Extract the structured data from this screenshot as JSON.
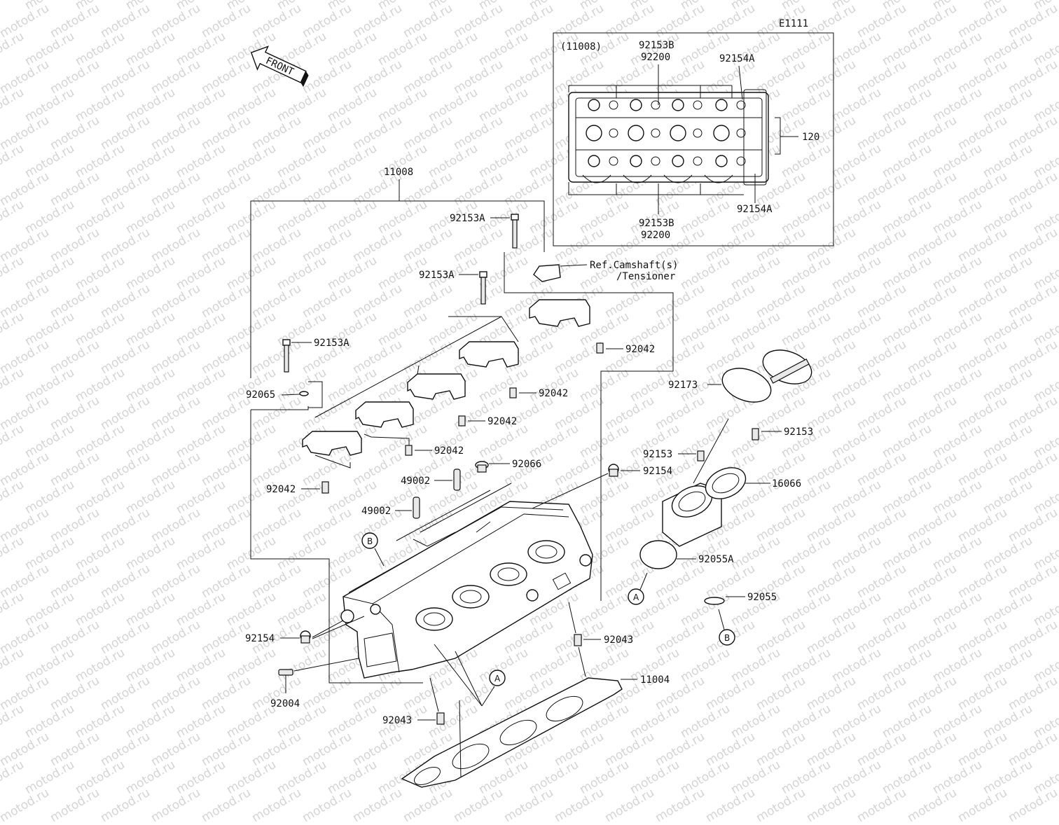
{
  "diagram_code": "E1111",
  "front_label": "FRONT",
  "inset_ref": "(11008)",
  "watermark": "motod.ru",
  "parts": {
    "p11008": "11008",
    "p120": "120",
    "p92153B_top": "92153B",
    "p92200_top": "92200",
    "p92154A_top": "92154A",
    "p92154A_bot": "92154A",
    "p92153B_bot": "92153B",
    "p92200_bot": "92200",
    "p92153A_1": "92153A",
    "p92153A_2": "92153A",
    "p92153A_3": "92153A",
    "ref_line1": "Ref.Camshaft(s)",
    "ref_line2": "/Tensioner",
    "p92042_1": "92042",
    "p92042_2": "92042",
    "p92042_3": "92042",
    "p92042_4": "92042",
    "p92042_5": "92042",
    "p92065": "92065",
    "p92173": "92173",
    "p92153_1": "92153",
    "p92153_2": "92153",
    "p92066": "92066",
    "p92154_1": "92154",
    "p16066": "16066",
    "p49002_1": "49002",
    "p49002_2": "49002",
    "p92055A": "92055A",
    "p92055": "92055",
    "p92154_2": "92154",
    "p92043_1": "92043",
    "p92043_2": "92043",
    "p92004": "92004",
    "p11004": "11004",
    "mark_a": "A",
    "mark_b": "B"
  }
}
